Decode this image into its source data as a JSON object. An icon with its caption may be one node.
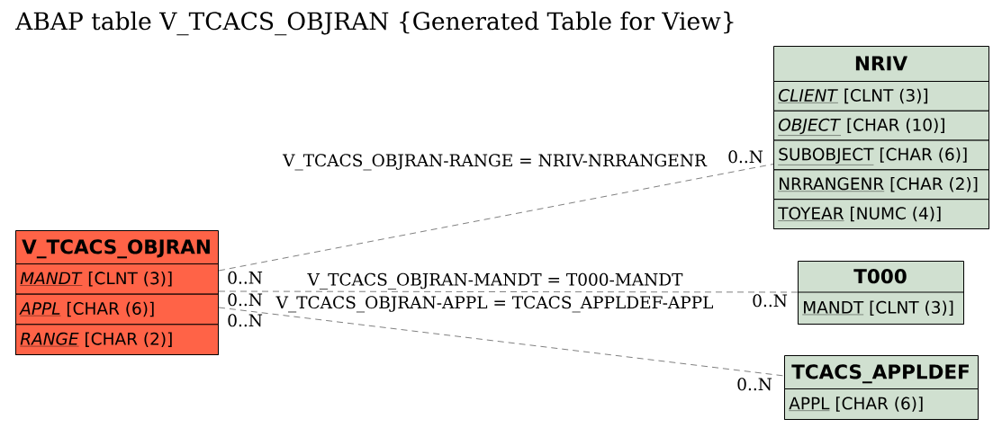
{
  "diagram": {
    "title": "ABAP table V_TCACS_OBJRAN {Generated Table for View}",
    "nodes": [
      {
        "text": [
          "V_TCACS_OBJRAN"
        ]
      },
      {
        "text": [
          "*MANDT*",
          "[CLNT (3)]"
        ],
        "in": 0
      },
      {
        "text": [
          "*APPL*",
          "[CHAR (6)]"
        ],
        "in": 0
      },
      {
        "text": [
          "*RANGE*",
          "[CHAR (2)]"
        ],
        "in": 0
      },
      {
        "text": [
          "NRIV"
        ]
      },
      {
        "text": [
          "*CLIENT*",
          "[CLNT (3)]"
        ],
        "in": 4
      },
      {
        "text": [
          "*OBJECT*",
          "[CHAR (10)]"
        ],
        "in": 4
      },
      {
        "text": [
          "SUBOBJECT",
          "[CHAR (6)]"
        ],
        "in": 4
      },
      {
        "text": [
          "NRRANGENR",
          "[CHAR (2)]"
        ],
        "in": 4
      },
      {
        "text": [
          "TOYEAR",
          "[NUMC (4)]"
        ],
        "in": 4
      },
      {
        "text": [
          "T000"
        ]
      },
      {
        "text": [
          "MANDT",
          "[CLNT (3)]"
        ],
        "in": 10
      },
      {
        "text": [
          "TCACS_APPLDEF"
        ]
      },
      {
        "text": [
          "APPL",
          "[CHAR (6)]"
        ],
        "in": 12
      }
    ],
    "edges": [
      {
        "from": 0,
        "to": 4,
        "arrow": "none",
        "style": "dashed",
        "label": "V_TCACS_OBJRAN-RANGE = NRIV-NRRANGENR"
      },
      {
        "from": 0,
        "to": 10,
        "arrow": "none",
        "style": "dashed",
        "label": "V_TCACS_OBJRAN-MANDT = T000-MANDT"
      },
      {
        "from": 0,
        "to": 12,
        "arrow": "none",
        "style": "dashed",
        "label": "V_TCACS_OBJRAN-APPL = TCACS_APPLDEF-APPL"
      }
    ],
    "labels": [
      "0..N",
      "0..N",
      "0..N",
      "0..N",
      "0..N",
      "0..N"
    ]
  }
}
